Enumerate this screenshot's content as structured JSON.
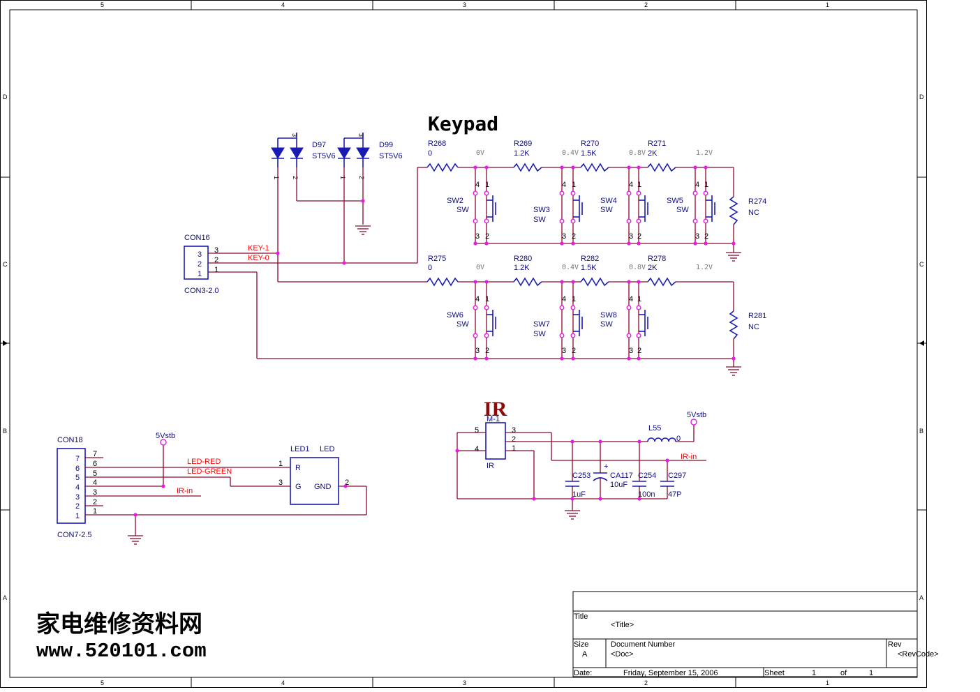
{
  "frame": {
    "col_labels": [
      "5",
      "4",
      "3",
      "2",
      "1"
    ],
    "row_labels": [
      "D",
      "C",
      "B",
      "A"
    ]
  },
  "keypad": {
    "title": "Keypad",
    "diodes": [
      {
        "ref": "D97",
        "value": "ST5V6"
      },
      {
        "ref": "D99",
        "value": "ST5V6"
      }
    ],
    "con16": {
      "ref": "CON16",
      "value": "CON3-2.0",
      "pins": [
        "3",
        "2",
        "1"
      ]
    },
    "nets": {
      "key1": "KEY-1",
      "key0": "KEY-0"
    },
    "row1": {
      "resistors": [
        {
          "ref": "R268",
          "value": "0"
        },
        {
          "ref": "R269",
          "value": "1.2K"
        },
        {
          "ref": "R270",
          "value": "1.5K"
        },
        {
          "ref": "R271",
          "value": "2K"
        }
      ],
      "voltages": [
        "0V",
        "0.4V",
        "0.8V",
        "1.2V"
      ],
      "switches": [
        {
          "ref": "SW2",
          "value": "SW"
        },
        {
          "ref": "SW3",
          "value": "SW"
        },
        {
          "ref": "SW4",
          "value": "SW"
        },
        {
          "ref": "SW5",
          "value": "SW"
        }
      ],
      "end_res": {
        "ref": "R274",
        "value": "NC"
      }
    },
    "row2": {
      "resistors": [
        {
          "ref": "R275",
          "value": "0"
        },
        {
          "ref": "R280",
          "value": "1.2K"
        },
        {
          "ref": "R282",
          "value": "1.5K"
        },
        {
          "ref": "R278",
          "value": "2K"
        }
      ],
      "voltages": [
        "0V",
        "0.4V",
        "0.8V",
        "1.2V"
      ],
      "switches": [
        {
          "ref": "SW6",
          "value": "SW"
        },
        {
          "ref": "SW7",
          "value": "SW"
        },
        {
          "ref": "SW8",
          "value": "SW"
        }
      ],
      "end_res": {
        "ref": "R281",
        "value": "NC"
      }
    }
  },
  "ir": {
    "title": "IR",
    "module": {
      "ref": "M-1",
      "value": "IR"
    },
    "inductor": {
      "ref": "L55",
      "value": "0"
    },
    "supply": "5Vstb",
    "net": "IR-in",
    "caps": [
      {
        "ref": "C253",
        "value": "1uF"
      },
      {
        "ref": "CA117",
        "value": "10uF"
      },
      {
        "ref": "C254",
        "value": "100n"
      },
      {
        "ref": "C297",
        "value": "47P"
      }
    ]
  },
  "led_section": {
    "con18": {
      "ref": "CON18",
      "value": "CON7-2.5",
      "pins": [
        "7",
        "6",
        "5",
        "4",
        "3",
        "2",
        "1"
      ]
    },
    "supply": "5Vstb",
    "nets": {
      "red": "LED-RED",
      "green": "LED-GREEN",
      "ir": "IR-in"
    },
    "led": {
      "ref": "LED1",
      "value": "LED",
      "pin_r": "R",
      "pin_g": "G",
      "pin_gnd": "GND"
    }
  },
  "title_block": {
    "title_label": "Title",
    "title_value": "<Title>",
    "size_label": "Size",
    "size_value": "A",
    "docnum_label": "Document Number",
    "docnum_value": "<Doc>",
    "rev_label": "Rev",
    "rev_value": "<RevCode>",
    "date_label": "Date:",
    "date_value": "Friday, September 15, 2006",
    "sheet_label": "Sheet",
    "sheet_num": "1",
    "of_label": "of",
    "sheet_total": "1"
  },
  "watermark": {
    "line1": "家电维修资料网",
    "line2": "www.520101.com"
  }
}
